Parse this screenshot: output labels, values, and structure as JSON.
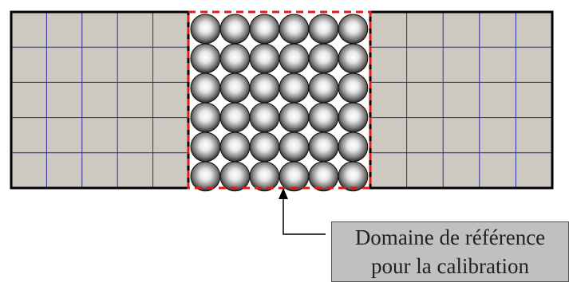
{
  "label": {
    "line1": "Domaine de référence",
    "line2": "pour la calibration"
  },
  "colors": {
    "mesh_fill": "#cdc9c1",
    "mesh_line": "#2b2f9e",
    "boundary": "#000000",
    "reference_border": "#e01b1b",
    "label_background": "#c0c0c0"
  },
  "particles": {
    "rows": 6,
    "cols": 6
  },
  "mesh": {
    "rows": 5,
    "cols": 5
  }
}
